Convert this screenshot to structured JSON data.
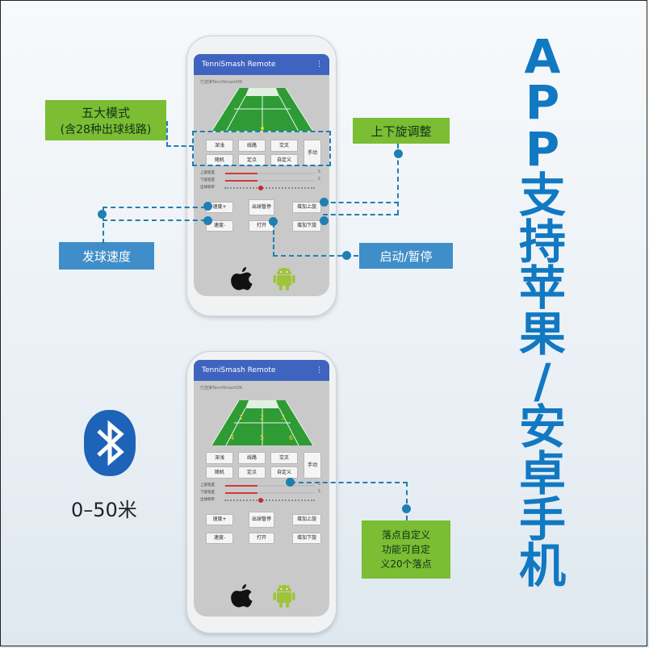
{
  "app": {
    "title": "TenniSmash Remote",
    "menu_icon": "⋮",
    "connected": "已连接TenniSmashOK"
  },
  "mode_buttons": [
    "深浅",
    "线路",
    "交叉",
    "随机",
    "定点",
    "自定义"
  ],
  "manual_button": "手动",
  "sliders": [
    {
      "label": "上旋程度",
      "value": "5"
    },
    {
      "label": "下旋程度",
      "value": "5"
    },
    {
      "label": "出球频率",
      "value": ""
    }
  ],
  "controls": {
    "speed_up": "速度+",
    "speed_down": "速度-",
    "start_pause": "出球暂停",
    "start_pause_short": "打开",
    "topspin_up": "增加上旋",
    "topspin_down": "增加下旋"
  },
  "court_numbers": [
    "1",
    "2",
    "3",
    "4",
    "5",
    "6"
  ],
  "callouts": {
    "five_modes": "五大模式",
    "five_modes_sub": "(含28种出球线路)",
    "spin_adjust": "上下旋调整",
    "serve_speed": "发球速度",
    "start_pause": "启动/暂停",
    "custom_points_1": "落点自定义",
    "custom_points_2": "功能可自定",
    "custom_points_3": "义20个落点"
  },
  "bluetooth_range": "0–50米",
  "vertical_title": [
    "A",
    "P",
    "P",
    "支",
    "持",
    "苹",
    "果",
    "/",
    "安",
    "卓",
    "手",
    "机"
  ],
  "colors": {
    "appbar": "#3f64c0",
    "accent_blue": "#1179c2",
    "callout_green": "#7bbd33",
    "callout_blue": "#3f8ec9"
  }
}
